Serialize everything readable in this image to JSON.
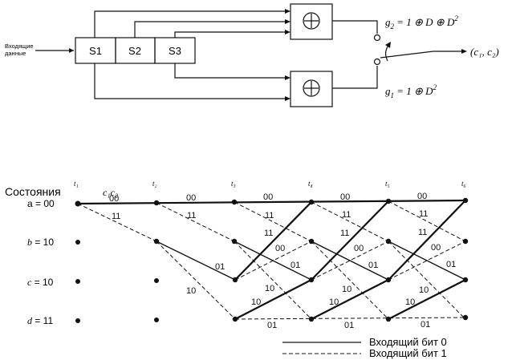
{
  "encoder": {
    "input_label_line1": "Входящие",
    "input_label_line2": "данные",
    "registers": [
      "S1",
      "S2",
      "S3"
    ],
    "g2": {
      "lhs": "g",
      "sub": "2",
      "rhs": " = 1 ⊕ D ⊕ D",
      "sup": "2"
    },
    "g1": {
      "lhs": "g",
      "sub": "1",
      "rhs": " = 1 ⊕ D",
      "sup": "2"
    },
    "output_label": "(c₁, c₂)"
  },
  "trellis": {
    "states_title": "Состояния",
    "c1c2_label": "c₁c₂",
    "states": [
      {
        "name": "a",
        "value": " = 00"
      },
      {
        "name": "b",
        "value": " = 10"
      },
      {
        "name": "c",
        "value": " = 10"
      },
      {
        "name": "d",
        "value": " = 11"
      }
    ],
    "time_labels": [
      "t₁",
      "t₂",
      "t₃",
      "t₄",
      "t₅",
      "t₆"
    ],
    "edge_labels": {
      "a_a": [
        "00",
        "00",
        "00",
        "00",
        "00"
      ],
      "a_b": [
        "11",
        "11",
        "11",
        "11",
        "11"
      ],
      "b_c": [
        "01",
        "01",
        "01",
        "01"
      ],
      "b_d": [
        "10",
        "10",
        "10",
        "10"
      ],
      "c_a": [
        "11",
        "11",
        "11"
      ],
      "c_b": [
        "00",
        "00",
        "00"
      ],
      "d_d": [
        "01",
        "01",
        "01"
      ]
    },
    "legend": {
      "solid": "Входящий бит 0",
      "dashed": "Входящий бит 1"
    }
  }
}
